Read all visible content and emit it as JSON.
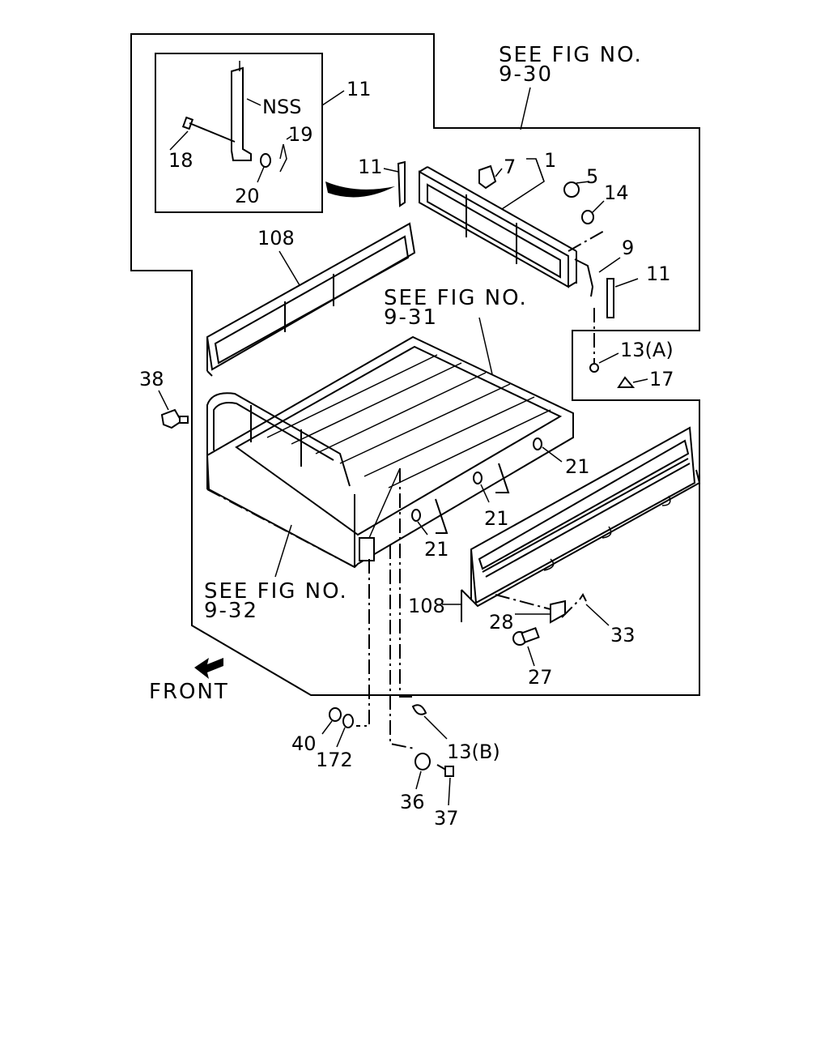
{
  "diagram": {
    "references": [
      {
        "id": "ref-9-30",
        "line1": "SEE FIG NO.",
        "line2": "9-30"
      },
      {
        "id": "ref-9-31",
        "line1": "SEE FIG NO.",
        "line2": "9-31"
      },
      {
        "id": "ref-9-32",
        "line1": "SEE FIG NO.",
        "line2": "9-32"
      }
    ],
    "front_label": "FRONT",
    "callouts": {
      "c1": "1",
      "c5": "5",
      "c7": "7",
      "c9": "9",
      "c11_inset": "11",
      "c11_upper": "11",
      "c11_right": "11",
      "c13a": "13(A)",
      "c13b": "13(B)",
      "c14": "14",
      "c17": "17",
      "c18": "18",
      "c19": "19",
      "c20": "20",
      "c21_a": "21",
      "c21_b": "21",
      "c21_c": "21",
      "c27": "27",
      "c28": "28",
      "c33": "33",
      "c36": "36",
      "c37": "37",
      "c38": "38",
      "c40": "40",
      "c108_upper": "108",
      "c108_lower": "108",
      "c172": "172",
      "nss": "NSS"
    }
  }
}
